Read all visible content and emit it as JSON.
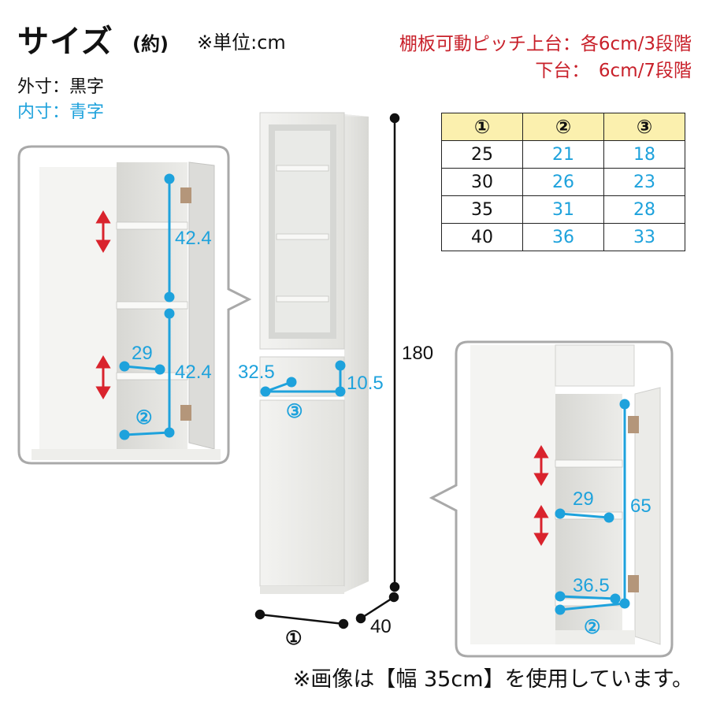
{
  "header": {
    "title": "サイズ",
    "approx": "(約)",
    "unit_note": "※単位:cm",
    "pitch_line1": "棚板可動ピッチ上台：各6cm/3段階",
    "pitch_line2": "下台：　6cm/7段階"
  },
  "legend": {
    "outer": "外寸：黒字",
    "inner": "内寸：青字"
  },
  "table": {
    "headers": [
      "①",
      "②",
      "③"
    ],
    "rows": [
      [
        "25",
        "21",
        "18"
      ],
      [
        "30",
        "26",
        "23"
      ],
      [
        "35",
        "31",
        "28"
      ],
      [
        "40",
        "36",
        "33"
      ]
    ]
  },
  "dimensions": {
    "height": "180",
    "depth": "40",
    "width_marker": "①",
    "drawer_width": "32.5",
    "drawer_height": "10.5",
    "drawer_marker": "③",
    "upper_shelf_1": "42.4",
    "upper_shelf_2": "42.4",
    "upper_depth": "29",
    "upper_marker": "②",
    "lower_height": "65",
    "lower_depth": "29",
    "lower_width": "36.5",
    "lower_marker": "②"
  },
  "footer": {
    "note": "※画像は【幅 35cm】を使用しています。"
  },
  "colors": {
    "inner_dimension": "#1ea2dc",
    "outer_dimension": "#111111",
    "pitch_text": "#c8202a",
    "table_header": "#fbf0ae",
    "arrow": "#d9232d"
  }
}
